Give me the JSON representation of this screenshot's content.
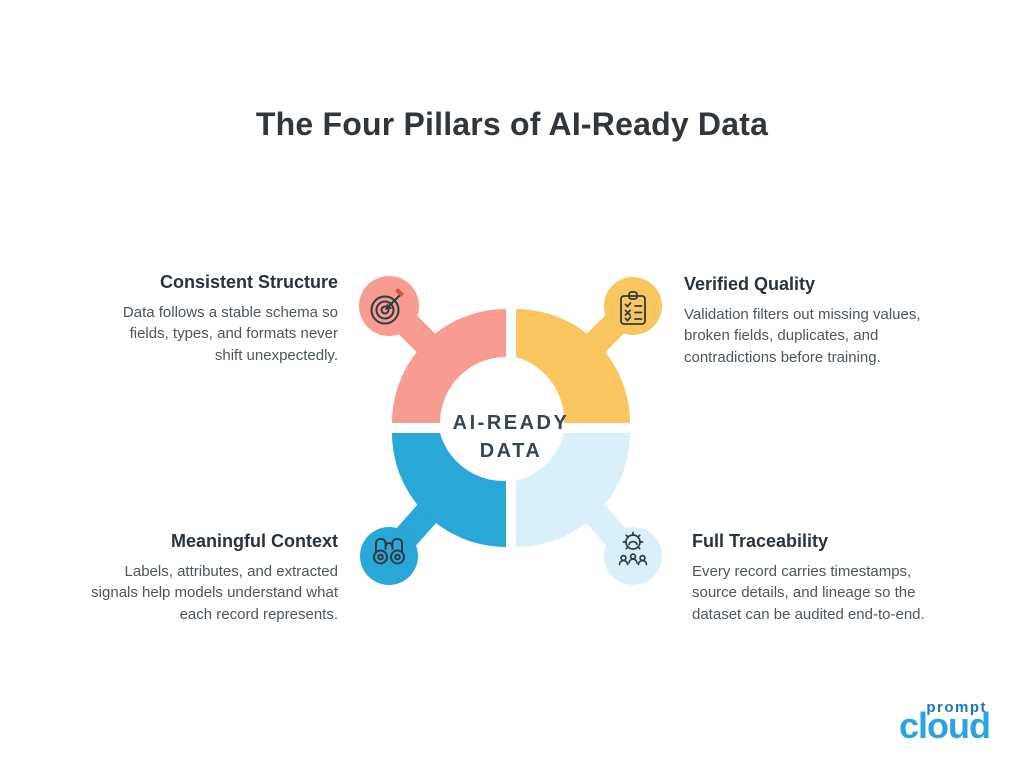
{
  "title": "The Four Pillars of AI-Ready Data",
  "center_label": {
    "line1": "AI-READY",
    "line2": "DATA"
  },
  "pillars": [
    {
      "heading": "Consistent Structure",
      "body": "Data follows a stable schema so fields, types, and formats never shift unexpectedly.",
      "color": "#F79C90",
      "icon": "target-dartboard-icon",
      "position": "top-left"
    },
    {
      "heading": "Verified Quality",
      "body": "Validation filters out missing values, broken fields, duplicates, and contradictions before training.",
      "color": "#F8C55E",
      "icon": "clipboard-checklist-icon",
      "position": "top-right"
    },
    {
      "heading": "Meaningful Context",
      "body": "Labels, attributes, and extracted signals help models understand what each record represents.",
      "color": "#29A7D7",
      "icon": "binoculars-icon",
      "position": "bottom-left"
    },
    {
      "heading": "Full Traceability",
      "body": "Every record carries timestamps, source details, and lineage so the dataset can be audited end-to-end.",
      "color": "#D9EFFA",
      "icon": "gear-team-icon",
      "position": "bottom-right"
    }
  ],
  "logo": {
    "top_word": "prompt",
    "bottom_word": "cloud",
    "dark_blue": "#1B75BC",
    "light_blue": "#2BA3DC"
  },
  "icon_stroke_color": "#2F3B45"
}
